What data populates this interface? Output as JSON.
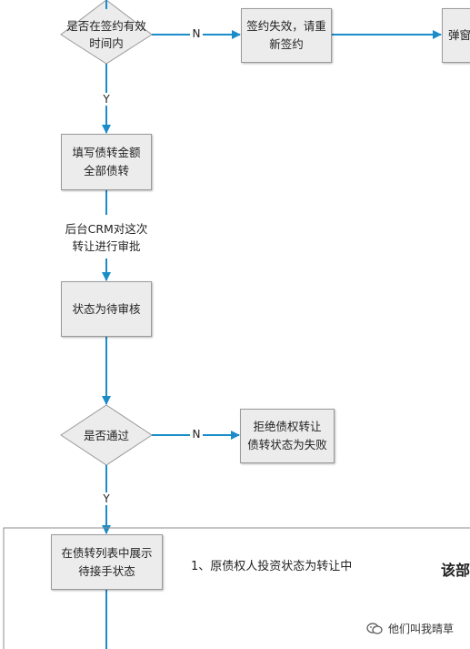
{
  "nodes": {
    "d1": "是否在签约有效\n时间内",
    "p_sign": "签约失效，请重\n新签约",
    "p_popup": "弹窗",
    "p_fill": "填写债转金额\n全部债转",
    "t_crm": "后台CRM对这次\n转让进行审批",
    "p_pending": "状态为待审核",
    "d2": "是否通过",
    "p_reject": "拒绝债权转让\n债转状态为失败",
    "p_show": "在债转列表中展示\n待接手状态"
  },
  "edge_labels": {
    "n1": "N",
    "y1": "Y",
    "n2": "N",
    "y2": "Y"
  },
  "notes": {
    "note1": "1、原债权人投资状态为转让中",
    "note2": "该部"
  },
  "watermark": {
    "text": "他们叫我晴草"
  },
  "colors": {
    "connector": "#1a8cc8",
    "node_fill": "#ececec",
    "node_border": "#9a9a9a"
  }
}
